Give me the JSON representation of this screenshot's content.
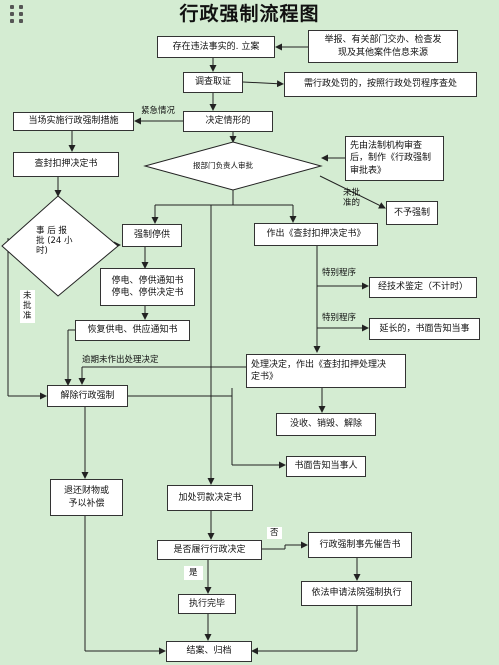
{
  "title": "行政强制流程图",
  "boxes": {
    "filing": "存在违法事实的. 立案",
    "report": "举报、有关部门交办、检查发\n现及其他案件信息来源",
    "investigate": "调查取证",
    "punish_note": "需行政处罚的，按照行政处罚程序查处",
    "determine": "决定情形的",
    "onsite": "当场实施行政强制措施",
    "decision_doc": "查封扣押决定书",
    "pre_approve": "先由法制机构审查\n后，制作《行政强制\n审批表》",
    "dept_approve": "报部门负责人审批",
    "post_approve": "事 后 报\n批 (24 小\n时)",
    "no_enforce": "不予强制",
    "stop_supply": "强制停供",
    "make_decision": "作出《查封扣押决定书》",
    "stop_notice": "停电、停供通知书\n停电、停供决定书",
    "tech_eval": "经技术鉴定（不计时）",
    "restore": "恢复供电、供应通知书",
    "extend": "延长的，书面告知当事",
    "handle_decision": "处理决定，作出《查封扣押处理决\n定书》",
    "release": "解除行政强制",
    "confiscate": "没收、销毁、解除",
    "notify": "书面告知当事人",
    "return_goods": "退还财物或\n予以补偿",
    "fine": "加处罚款决定书",
    "fulfilled": "是否履行行政决定",
    "urge": "行政强制事先催告书",
    "court": "依法申请法院强制执行",
    "done": "执行完毕",
    "close": "结案、归档"
  },
  "labels": {
    "urgent": "紧急情况",
    "not_approved_a": "未批\n准的",
    "not_approved_b": "未\n批\n准",
    "special_a": "特别程序",
    "special_b": "特别程序",
    "overdue": "逾期未作出处理决定",
    "no": "否",
    "yes": "是"
  }
}
